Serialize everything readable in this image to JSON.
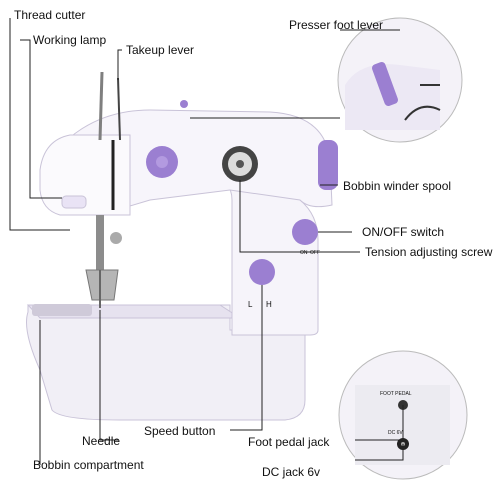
{
  "labels": {
    "thread_cutter": "Thread cutter",
    "working_lamp": "Working lamp",
    "takeup_lever": "Takeup lever",
    "presser_foot_lever": "Presser foot lever",
    "bobbin_winder_spool": "Bobbin winder spool",
    "on_off_switch": "ON/OFF switch",
    "tension_adjusting_screw": "Tension adjusting screw",
    "needle": "Needle",
    "speed_button": "Speed button",
    "foot_pedal_jack": "Foot pedal jack",
    "bobbin_compartment": "Bobbin compartment",
    "dc_jack": "DC jack 6v"
  },
  "machine": {
    "switch_on": "ON",
    "switch_off": "OFF",
    "speed_low": "L",
    "speed_high": "H",
    "foot_pedal_print": "FOOT PEDAL",
    "dc_print": "DC 6V"
  },
  "colors": {
    "body": "#f4f2f8",
    "body_shade": "#dcd7e6",
    "accent_purple": "#9b7fd1",
    "accent_purple_dark": "#7a5cb8",
    "line": "#2b2b2b",
    "metal": "#9a9a9a"
  }
}
